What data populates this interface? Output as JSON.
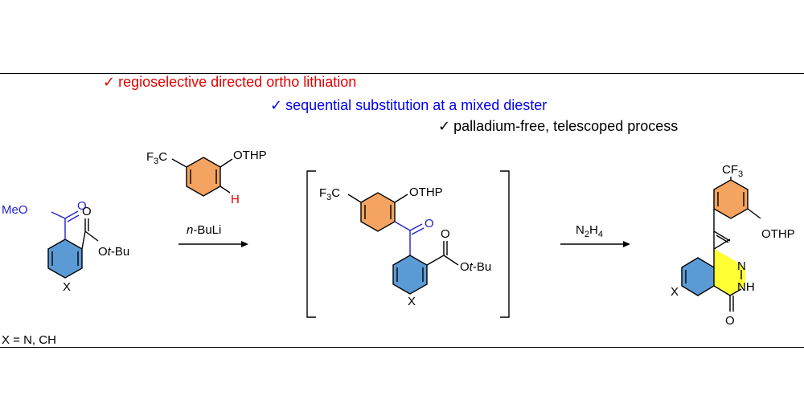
{
  "bullets": {
    "b1": {
      "check": "✓",
      "text": "regioselective directed ortho lithiation"
    },
    "b2": {
      "check": "✓",
      "text": "sequential substitution at a mixed diester"
    },
    "b3": {
      "check": "✓",
      "text": "palladium-free, telescoped process"
    }
  },
  "colors": {
    "red": "#e60000",
    "blue": "#0000ee",
    "orange_ring": "#f4a460",
    "blue_ring": "#5b9bd5",
    "yellow_ring": "#ffff33"
  },
  "starting_material": {
    "meo": "MeO",
    "o_ester1": "O",
    "o_ester2": "O",
    "otbu_o": "O",
    "otbu_t": "t",
    "otbu_bu": "-Bu",
    "x": "X",
    "x_def": "X = N, CH"
  },
  "reagent1": {
    "cf3_f": "F",
    "cf3_3": "3",
    "cf3_c": "C",
    "othp": "OTHP",
    "h": "H",
    "arrow_n": "n",
    "arrow_buli": "-BuLi"
  },
  "intermediate": {
    "cf3_f": "F",
    "cf3_3": "3",
    "cf3_c": "C",
    "othp": "OTHP",
    "ketone_o": "O",
    "ester_o": "O",
    "otbu_o": "O",
    "otbu_t": "t",
    "otbu_bu": "-Bu",
    "x": "X"
  },
  "reagent2": {
    "n": "N",
    "sub2": "2",
    "h": "H",
    "sub4": "4"
  },
  "product": {
    "cf": "CF",
    "cf_3": "3",
    "othp": "OTHP",
    "n": "N",
    "nh": "NH",
    "o": "O",
    "x": "X"
  }
}
